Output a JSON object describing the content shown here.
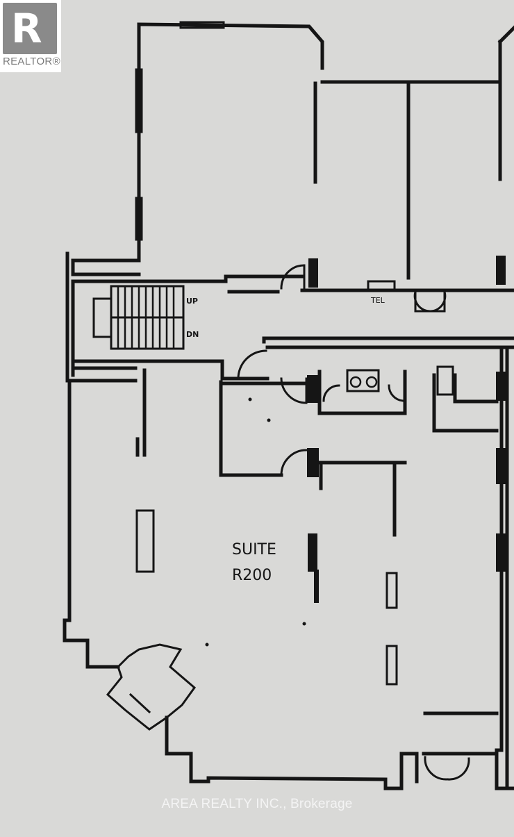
{
  "logo": {
    "text": "REALTOR®"
  },
  "plan": {
    "suite_line1": "SUITE",
    "suite_line2": "R200",
    "stair_up": "UP",
    "stair_down": "DN",
    "label_tel": "TEL"
  },
  "footer": {
    "brokerage": "AREA REALTY INC., Brokerage"
  }
}
